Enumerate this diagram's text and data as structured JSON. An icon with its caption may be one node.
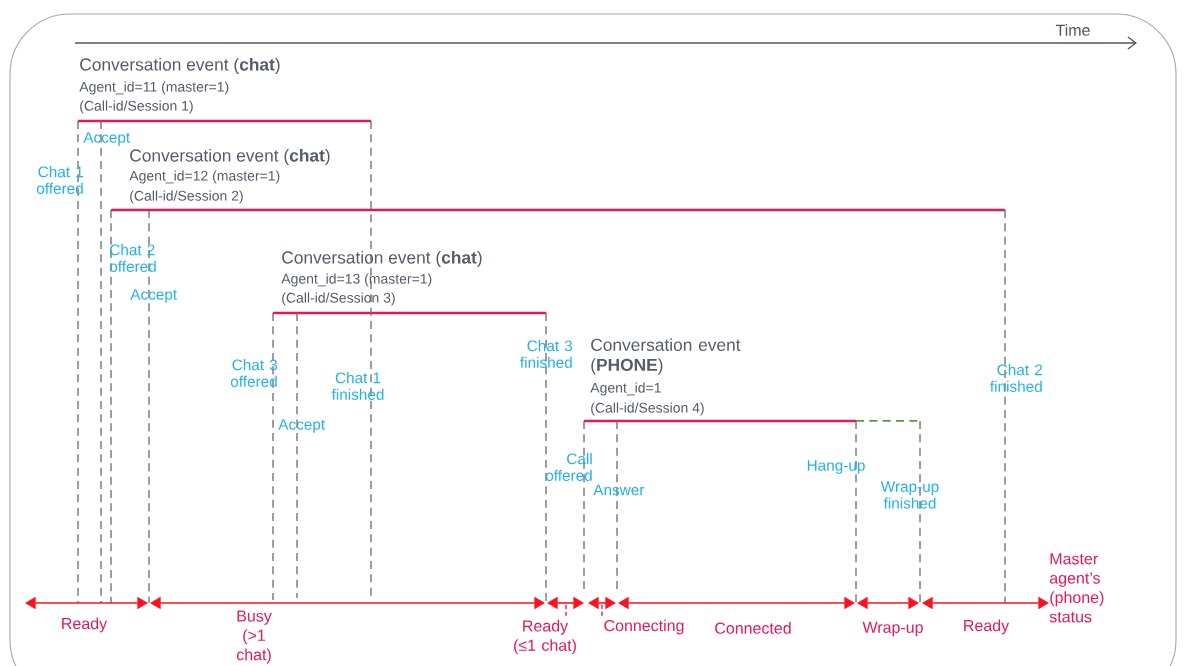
{
  "diagram": {
    "labels": [
      "Time",
      "Conversation event (**chat**)",
      "Agent_id=11 (master=1)",
      "(Call-id/Session 1)",
      "Accept",
      "Conversation event (**chat**)",
      "Agent_id=12 (master=1)",
      "(Call-id/Session 2)",
      "Chat 1 offered",
      "Chat 2 offered",
      "Conversation event (**chat**)",
      "Agent_id=13 (master=1)",
      "Accept",
      "(Call-id/Session 3)",
      "Chat 3 offered",
      "Chat 1 finished",
      "Chat 3 finished",
      "Conversation event (**PHONE**)",
      "Chat 2 finished",
      "Agent_id=1",
      "(Call-id/Session 4)",
      "Accept",
      "Call offered",
      "Hang-up",
      "Answer",
      "Wrap-up finished",
      "Master agent’s (phone) status",
      "Ready",
      "Busy (>1 chat)",
      "Ready (≤1 chat)",
      "Connecting",
      "Connected",
      "Wrap-up",
      "Ready"
    ]
  }
}
